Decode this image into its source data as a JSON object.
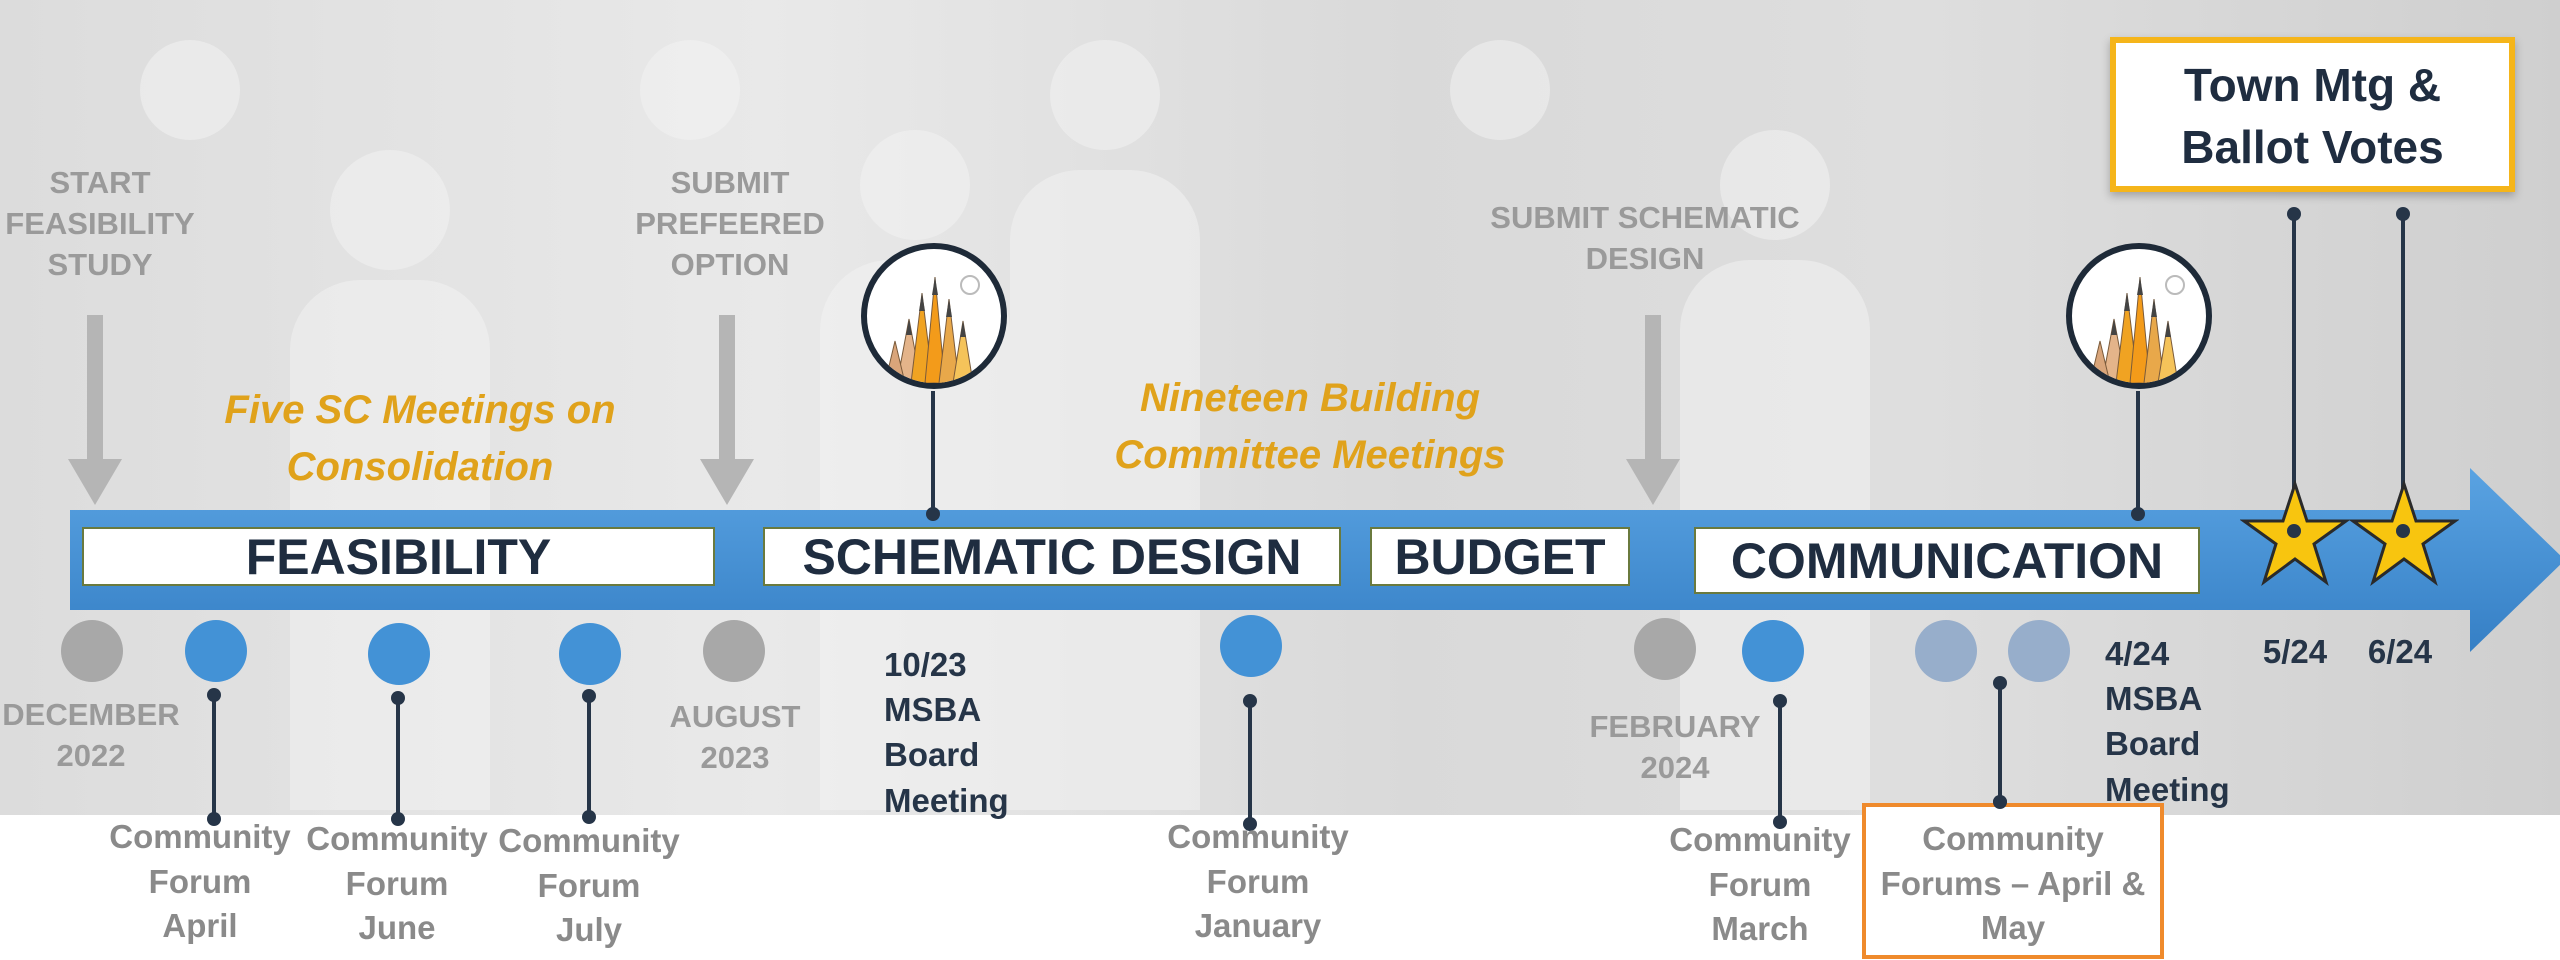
{
  "phases": {
    "feasibility": "FEASIBILITY",
    "schematic": "SCHEMATIC DESIGN",
    "budget": "BUDGET",
    "communication": "COMMUNICATION"
  },
  "milestones_above": {
    "start": [
      "START",
      "FEASIBILITY",
      "STUDY"
    ],
    "submit_preferred": [
      "SUBMIT",
      "PREFEERED",
      "OPTION"
    ],
    "submit_schematic": [
      "SUBMIT  SCHEMATIC",
      "DESIGN"
    ]
  },
  "meeting_notes": {
    "sc_meetings": [
      "Five SC Meetings on",
      "Consolidation"
    ],
    "building_committee": [
      "Nineteen Building",
      "Committee Meetings"
    ]
  },
  "town_meeting": [
    "Town Mtg &",
    "Ballot Votes"
  ],
  "dates_below": {
    "december_2022": [
      "DECEMBER",
      "2022"
    ],
    "august_2023": [
      "AUGUST",
      "2023"
    ],
    "february_2024": [
      "FEBRUARY",
      "2024"
    ],
    "msba_1023": [
      "10/23",
      "MSBA",
      "Board",
      "Meeting"
    ],
    "msba_424": [
      "4/24",
      "MSBA",
      "Board",
      "Meeting"
    ],
    "vote_524": "5/24",
    "vote_624": "6/24"
  },
  "forums": {
    "april": [
      "Community",
      "Forum",
      "April"
    ],
    "june": [
      "Community",
      "Forum",
      "June"
    ],
    "july": [
      "Community",
      "Forum",
      "July"
    ],
    "january": [
      "Community",
      "Forum",
      "January"
    ],
    "march": [
      "Community",
      "Forum",
      "March"
    ],
    "april_may": [
      "Community",
      "Forums – April &",
      "May"
    ]
  },
  "colors": {
    "arrow_blue": "#4392d6",
    "navy": "#263548",
    "grey_text": "#9a9a9a",
    "orange_text": "#e0a21b",
    "gold_box": "#f5b51a",
    "orange_box": "#ef8a2c",
    "star": "#f8c50f"
  },
  "icons": {
    "pencils": "pencil-cup-icon",
    "star": "star-icon",
    "arrow": "down-arrow-icon"
  }
}
